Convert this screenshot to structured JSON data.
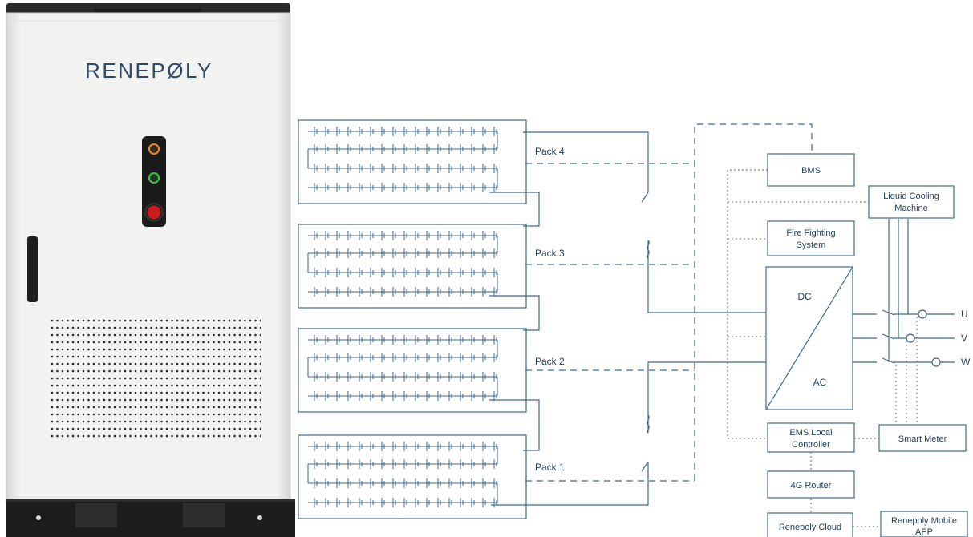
{
  "product": {
    "brand": "RENEPØLY"
  },
  "diagram": {
    "packs": [
      {
        "label": "Pack 4"
      },
      {
        "label": "Pack 3"
      },
      {
        "label": "Pack 2"
      },
      {
        "label": "Pack 1"
      }
    ],
    "blocks": {
      "bms": "BMS",
      "cooling": [
        "Liquid Cooling",
        "Machine"
      ],
      "fire": [
        "Fire Fighting",
        "System"
      ],
      "pcs_dc": "DC",
      "pcs_ac": "AC",
      "ems": [
        "EMS Local",
        "Controller"
      ],
      "router": "4G Router",
      "cloud": "Renepoly Cloud",
      "app": [
        "Renepoly Mobile",
        "APP"
      ],
      "meter": "Smart Meter"
    },
    "phases": [
      "U",
      "V",
      "W"
    ],
    "colors": {
      "line": "#3d6a8e",
      "dotted": "#666666",
      "text": "#1f3d57"
    }
  }
}
